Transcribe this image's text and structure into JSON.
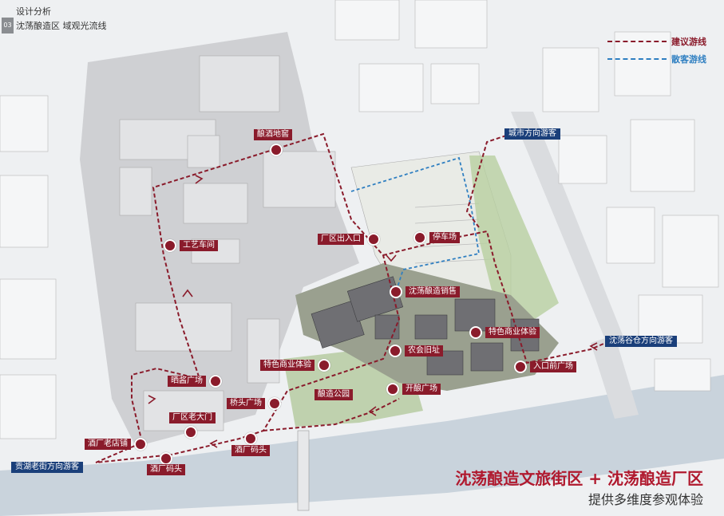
{
  "header": {
    "number": "03",
    "title": "设计分析",
    "subtitle": "沈荡酿造区 域观光流线"
  },
  "legend": [
    {
      "label": "建议游线",
      "color": "#8a1b2b"
    },
    {
      "label": "散客游线",
      "color": "#2f7fc1"
    }
  ],
  "poi_labels": {
    "p1": "酿酒地窖",
    "p2": "工艺车间",
    "p3": "厂区出入口",
    "p4": "停车场",
    "p5": "沈荡酿造销售",
    "p6": "特色商业体验",
    "p7": "农会旧址",
    "p8": "入口前广场",
    "p9": "特色商业体验",
    "p10": "开酿广场",
    "p11": "酿造公园",
    "p12": "桥头广场",
    "p13": "晒酱广场",
    "p14": "厂区老大门",
    "p15": "酒厂老店铺",
    "p16": "酒厂码头",
    "p17": "酒厂码头"
  },
  "entries": {
    "e1": "城市方向游客",
    "e2": "沈荡谷仓方向游客",
    "e3": "贡湖老街方向游客"
  },
  "slogan": {
    "main": "沈荡酿造文旅街区 + 沈荡酿造厂区",
    "sub": "提供多维度参观体验"
  },
  "colors": {
    "route": "#8a1b2b",
    "visitor_route": "#2f7fc1",
    "river": "#c9d3dc",
    "building": "#d4d5d7",
    "green": "#9bbf7a"
  }
}
